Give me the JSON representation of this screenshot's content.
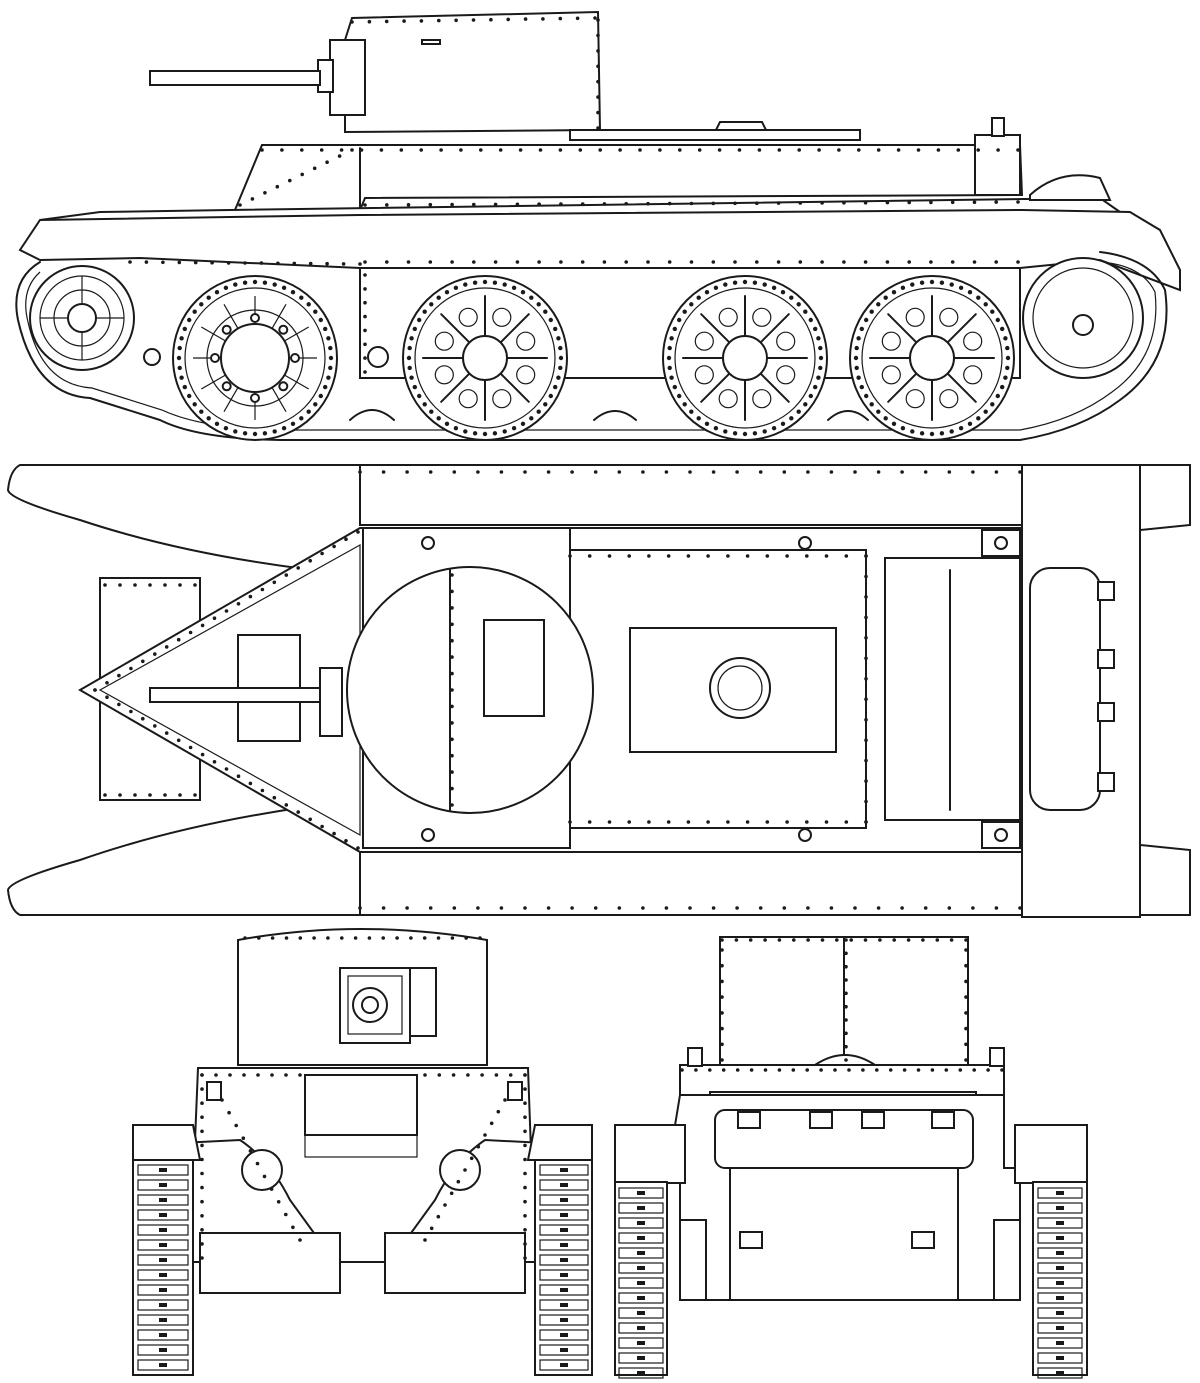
{
  "drawing": {
    "subject": "tank-blueprint",
    "style": "line-art",
    "views": [
      {
        "id": "side",
        "name": "side-view"
      },
      {
        "id": "top",
        "name": "top-view"
      },
      {
        "id": "front",
        "name": "front-view"
      },
      {
        "id": "rear",
        "name": "rear-view"
      }
    ],
    "colors": {
      "ink": "#1a1a1a",
      "paper": "#ffffff"
    }
  }
}
